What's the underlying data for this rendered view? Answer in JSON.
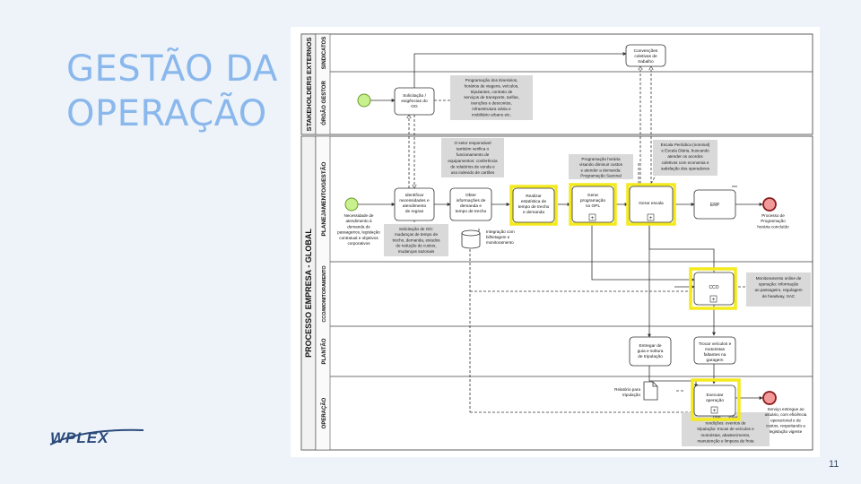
{
  "slide": {
    "title_line1": "GESTÃO DA",
    "title_line2": "OPERAÇÃO",
    "logo_text": "WPLEX",
    "page_number": "11",
    "accent_color": "#8ab8ec",
    "highlight_color": "#f4ea1c"
  },
  "pools": {
    "external": "STAKEHOLDERS EXTERNOS",
    "empresa": "PROCESSO EMPRESA - GLOBAL"
  },
  "lanes": {
    "sindicatos": "SINDICATOS",
    "orgao": "ÓRGÃO GESTOR",
    "planejamento": "PLANEJAMENTO/GESTÃO",
    "cco": "CCO/MONITORAMENTO",
    "plantao": "PLANTÃO",
    "operacao": "OPERAÇÃO"
  },
  "tasks": {
    "convencoes": [
      "Convenções",
      "coletivas de",
      "trabalho"
    ],
    "solicitacoes": [
      "Solicitação /",
      "exigências do",
      "OG"
    ],
    "identificar": [
      "Identificar",
      "necessidades e",
      "atendimento",
      "de regras"
    ],
    "obter": [
      "Obter",
      "informações de",
      "demanda e",
      "tempo de trecho"
    ],
    "realizar": [
      "Realizar",
      "estatística de",
      "tempo de trecho",
      "e demanda"
    ],
    "gerar_prog": [
      "Gerar",
      "programação",
      "no OPL"
    ],
    "gerar_escala": [
      "Gerar escala"
    ],
    "erp": [
      "ERP"
    ],
    "cco": [
      "CCO"
    ],
    "trocar": [
      "Trocar veículos e",
      "motoristas",
      "faltantes na",
      "garagem"
    ],
    "entregar": [
      "Entregar de",
      "guia e soltura",
      "de tripulação"
    ],
    "executar": [
      "Executar",
      "operação"
    ]
  },
  "annotations": {
    "og_list": [
      "Programação dos itinerários,",
      "horários de viagens, veículos,",
      "tripulantes, contrato de",
      "serviços de transporte, tarifas,",
      "isenções e descontos,",
      "infraestrutura viária e",
      "mobiliário urbano etc."
    ],
    "setor": [
      "O setor responsável",
      "também verifica o",
      "funcionamento de",
      "equipamentos: conferência",
      "de relatórios de venda e",
      "uso indevido de cartões"
    ],
    "prog_horaria": [
      "Programação horária",
      "visando diminuir custos",
      "e atender a demanda:",
      "Programação Sazonal"
    ],
    "escala": [
      "Escala Periódica (nominal)",
      "e Escala Diária, buscando",
      "atender os acordos",
      "coletivos com economia e",
      "satisfação dos operadores"
    ],
    "solicitacao_og": [
      "Solicitação de OG:",
      "mudanças de tempo de",
      "trecho, demanda, estudos",
      "de redução de custos,",
      "mudanças sazonais"
    ],
    "monitoramento": [
      "Monitoramento online de",
      "operação: informação",
      "ao passageiro, regulagem",
      "de headway, SAC"
    ],
    "operacao_note": [
      "Ope... ...ições",
      "rendições: eventos de",
      "tripulação: trocas de veículos e",
      "motoristas, abastecimento,",
      "manutenção e limpeza de frota"
    ]
  },
  "events": {
    "start_main": [
      "Necessidade de",
      "atendimento à",
      "demanda de",
      "passageiros, legislação",
      "contratual e objetivos",
      "corporativos"
    ],
    "end_prog": [
      "Processo de",
      "Programação",
      "horária concluído"
    ],
    "end_servico": [
      "Serviço entregue ao",
      "usuário, com eficiência",
      "operacional e de",
      "custos, respeitando a",
      "legislação vigente"
    ]
  },
  "data_items": {
    "integracao": [
      "Integração com",
      "bilhetagem e",
      "monitoramento"
    ],
    "relatorio": [
      "Relatório para",
      "tripulação"
    ]
  }
}
